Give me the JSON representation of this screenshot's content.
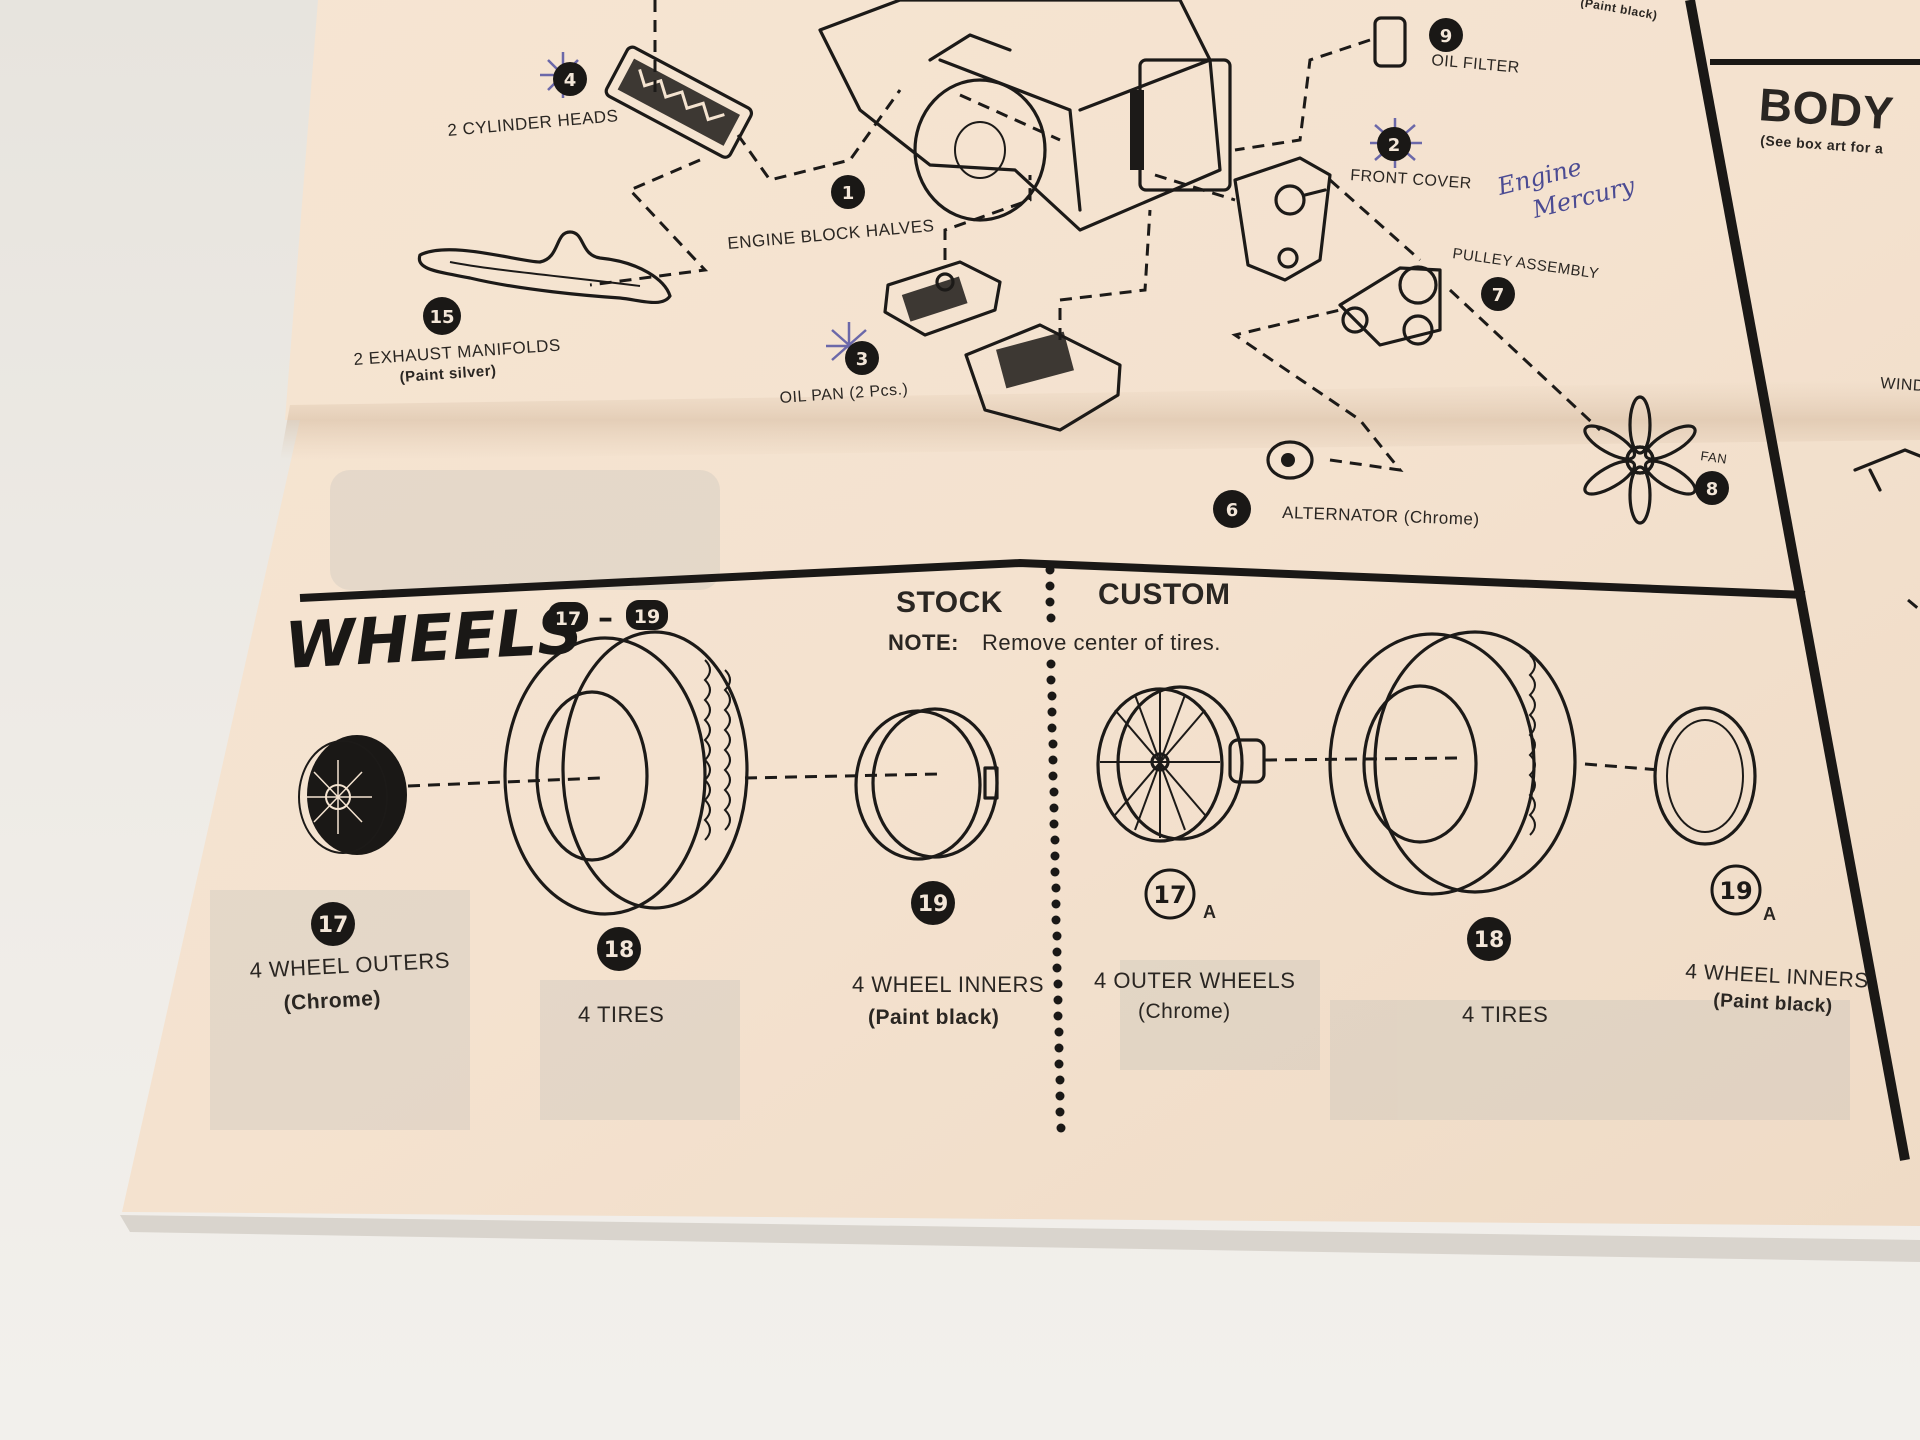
{
  "engine": {
    "cylinder_heads": "2 CYLINDER HEADS",
    "cylinder_heads_num": "4",
    "engine_block": "ENGINE BLOCK HALVES",
    "engine_block_num": "1",
    "exhaust": "2 EXHAUST MANIFOLDS",
    "exhaust_note": "(Paint silver)",
    "exhaust_num": "15",
    "oil_pan": "OIL PAN (2 Pcs.)",
    "oil_pan_num": "3",
    "oil_filter": "OIL FILTER",
    "oil_filter_num": "9",
    "front_cover": "FRONT COVER",
    "front_cover_num": "2",
    "pulley": "PULLEY ASSEMBLY",
    "pulley_num": "7",
    "alternator": "ALTERNATOR (Chrome)",
    "alternator_num": "6",
    "fan": "FAN",
    "fan_num": "8",
    "top_note": "(Paint black)"
  },
  "handwriting": {
    "line1": "Engine",
    "line2": "Mercury"
  },
  "body_panel": {
    "title": "BODY",
    "subtitle": "(See box art for a",
    "side_label": "WIND"
  },
  "wheels": {
    "title": "WHEELS",
    "range_from": "17",
    "range_sep": "–",
    "range_to": "19",
    "stock_heading": "STOCK",
    "custom_heading": "CUSTOM",
    "note_label": "NOTE:",
    "note_text": "Remove center of tires.",
    "stock": {
      "outers_num": "17",
      "outers": "4 WHEEL OUTERS",
      "outers_note": "(Chrome)",
      "tires_num": "18",
      "tires": "4 TIRES",
      "inners_num": "19",
      "inners": "4 WHEEL INNERS",
      "inners_note": "(Paint black)"
    },
    "custom": {
      "outer_num": "17",
      "outer_suffix": "A",
      "outer": "4 OUTER WHEELS",
      "outer_note": "(Chrome)",
      "tires_num": "18",
      "tires": "4 TIRES",
      "inners_num": "19",
      "inners_suffix": "A",
      "inners": "4 WHEEL INNERS",
      "inners_note": "(Paint black)"
    }
  }
}
